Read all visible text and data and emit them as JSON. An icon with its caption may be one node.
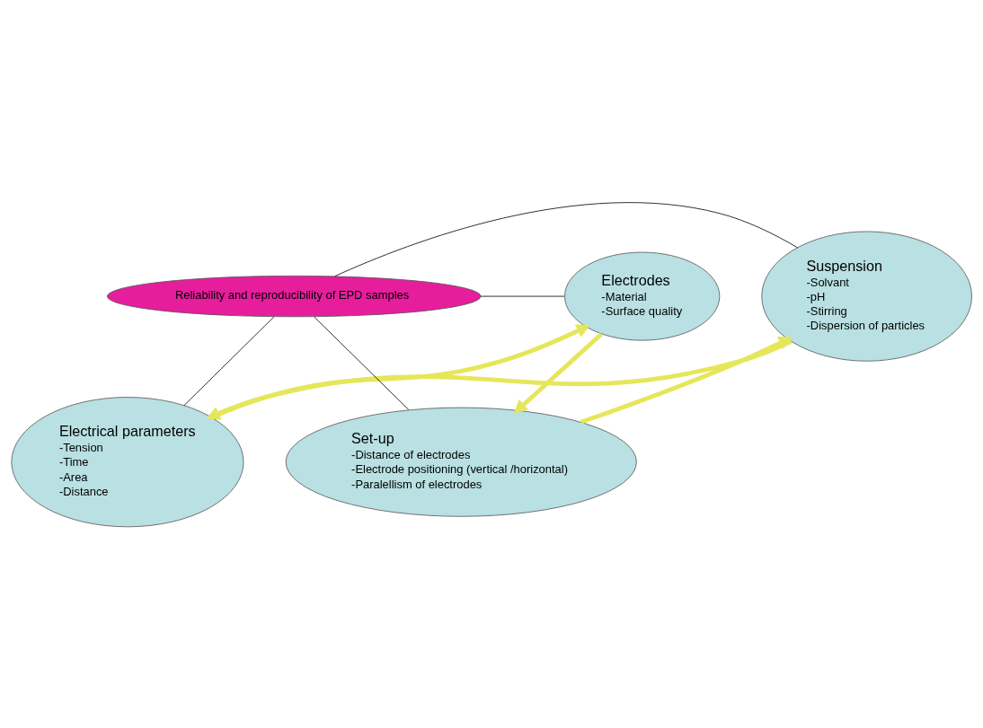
{
  "diagram": {
    "nodes": [
      {
        "text": [
          "Electrical parameters",
          "-Tension",
          "-Time",
          "-Area",
          "-Distance"
        ]
      },
      {
        "text": [
          "Suspension",
          "-Solvant",
          "-pH",
          "-Stirring",
          "-Dispersion of particles"
        ]
      },
      {
        "text": [
          "Reliability and reproducibility of EPD samples"
        ]
      },
      {
        "text": [
          "Electrodes",
          "-Material",
          "-Surface quality"
        ]
      },
      {
        "text": [
          "Set-up",
          "-Distance of electrodes",
          "-Electrode positioning (vertical /horizontal)",
          "-Paralellism of electrodes"
        ]
      }
    ],
    "edges": [
      {
        "from": 2,
        "to": 0,
        "arrow": "none"
      },
      {
        "from": 2,
        "to": 1,
        "arrow": "none"
      },
      {
        "from": 2,
        "to": 3,
        "arrow": "none"
      },
      {
        "from": 2,
        "to": 4,
        "arrow": "none"
      },
      {
        "from": 0,
        "to": 3,
        "arrow": "to",
        "style": "thick",
        "color": "#e6e65a"
      },
      {
        "from": 3,
        "to": 4,
        "arrow": "to",
        "style": "thick",
        "color": "#e6e65a"
      },
      {
        "from": 4,
        "to": 1,
        "arrow": "to",
        "style": "thick",
        "color": "#e6e65a"
      },
      {
        "from": 1,
        "to": 0,
        "arrow": "to",
        "style": "thick",
        "color": "#e6e65a"
      }
    ]
  }
}
